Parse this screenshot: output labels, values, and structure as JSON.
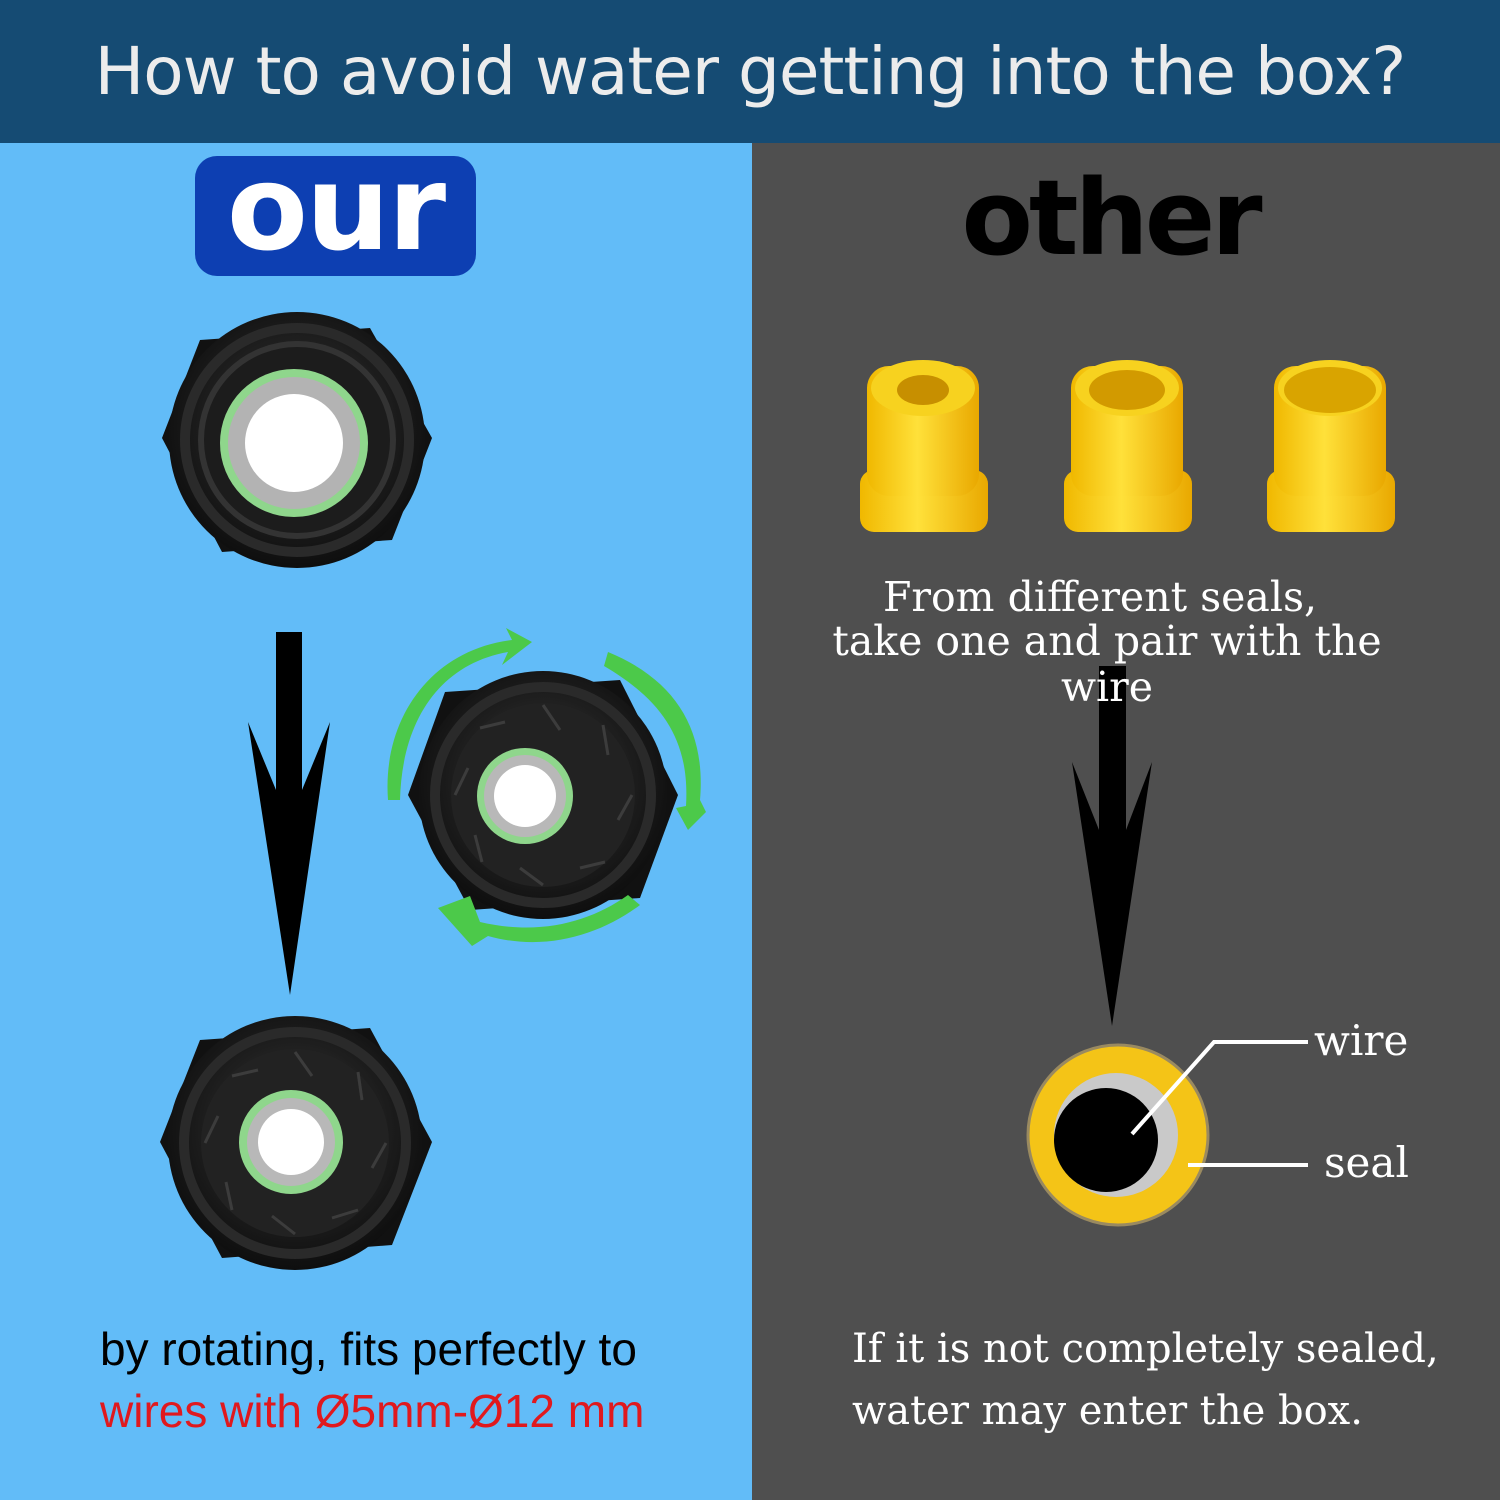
{
  "header": {
    "title": "How to avoid water getting into the box?"
  },
  "left": {
    "badge": "our",
    "caption_line1": "by rotating, fits perfectly to",
    "caption_line2": "wires with Ø5mm-Ø12 mm"
  },
  "right": {
    "title": "other",
    "seals_line1": "From different seals,",
    "seals_line2": "take one and pair with the wire",
    "label_wire": "wire",
    "label_seal": "seal",
    "caption_line1": "If it is not completely sealed,",
    "caption_line2": "water may enter the box."
  },
  "colors": {
    "header": "#154b73",
    "left_bg": "#62bcf8",
    "right_bg": "#4f4f4f",
    "accent_green": "#4cc94a",
    "seal_yellow": "#f4c417",
    "warning_red": "#e0191e"
  }
}
